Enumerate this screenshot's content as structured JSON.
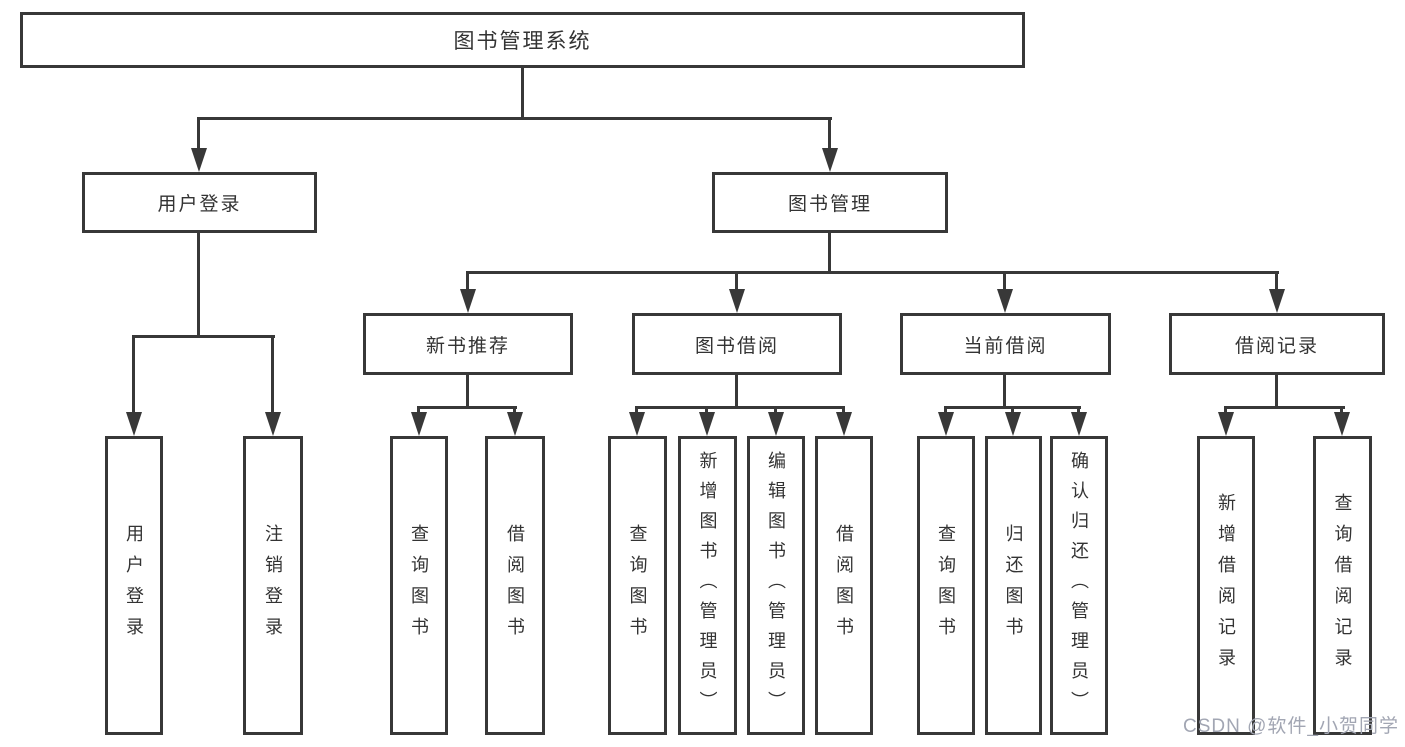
{
  "tree": {
    "root": "图书管理系统",
    "branches": [
      {
        "label": "用户登录",
        "children": [
          "用户登录",
          "注销登录"
        ]
      },
      {
        "label": "图书管理",
        "groups": [
          {
            "label": "新书推荐",
            "children": [
              "查询图书",
              "借阅图书"
            ]
          },
          {
            "label": "图书借阅",
            "children": [
              "查询图书",
              "新增图书（管理员）",
              "编辑图书（管理员）",
              "借阅图书"
            ]
          },
          {
            "label": "当前借阅",
            "children": [
              "查询图书",
              "归还图书",
              "确认归还（管理员）"
            ]
          },
          {
            "label": "借阅记录",
            "children": [
              "新增借阅记录",
              "查询借阅记录"
            ]
          }
        ]
      }
    ]
  },
  "watermark": "CSDN @软件_小贺同学",
  "colors": {
    "line": "#383838",
    "text": "#333333",
    "background": "#ffffff",
    "watermark": "#a2a6b3"
  }
}
